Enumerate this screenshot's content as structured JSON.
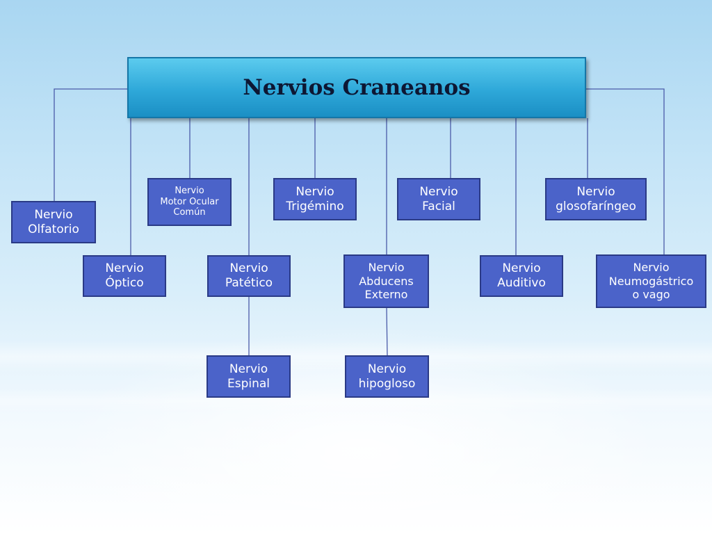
{
  "diagram": {
    "title": "Nervios Craneanos",
    "nodes": [
      {
        "id": "olfatorio",
        "label": "Nervio\nOlfatorio"
      },
      {
        "id": "motor-ocular",
        "label": "Nervio\nMotor Ocular\nComún"
      },
      {
        "id": "trigemino",
        "label": "Nervio\nTrigémino"
      },
      {
        "id": "facial",
        "label": "Nervio\nFacial"
      },
      {
        "id": "glosofaringeo",
        "label": "Nervio\nglosofaríngeo"
      },
      {
        "id": "optico",
        "label": "Nervio\nÓptico"
      },
      {
        "id": "patetico",
        "label": "Nervio\nPatético"
      },
      {
        "id": "abducens",
        "label": "Nervio\nAbducens\nExterno"
      },
      {
        "id": "auditivo",
        "label": "Nervio\nAuditivo"
      },
      {
        "id": "neumogastrico",
        "label": "Nervio\nNeumogástrico\no vago"
      },
      {
        "id": "espinal",
        "label": "Nervio\nEspinal"
      },
      {
        "id": "hipogloso",
        "label": "Nervio\nhipogloso"
      }
    ],
    "edges": [
      {
        "from": "title",
        "to": "olfatorio"
      },
      {
        "from": "title",
        "to": "optico"
      },
      {
        "from": "title",
        "to": "motor-ocular"
      },
      {
        "from": "title",
        "to": "patetico"
      },
      {
        "from": "title",
        "to": "trigemino"
      },
      {
        "from": "title",
        "to": "abducens"
      },
      {
        "from": "title",
        "to": "facial"
      },
      {
        "from": "title",
        "to": "auditivo"
      },
      {
        "from": "title",
        "to": "glosofaringeo"
      },
      {
        "from": "title",
        "to": "neumogastrico"
      },
      {
        "from": "patetico",
        "to": "espinal"
      },
      {
        "from": "abducens",
        "to": "hipogloso"
      }
    ],
    "colors": {
      "title_fill": "#2ea8d9",
      "node_fill": "#4b63c9",
      "node_border": "#2a3a86",
      "connector": "#4a5aa8"
    }
  }
}
